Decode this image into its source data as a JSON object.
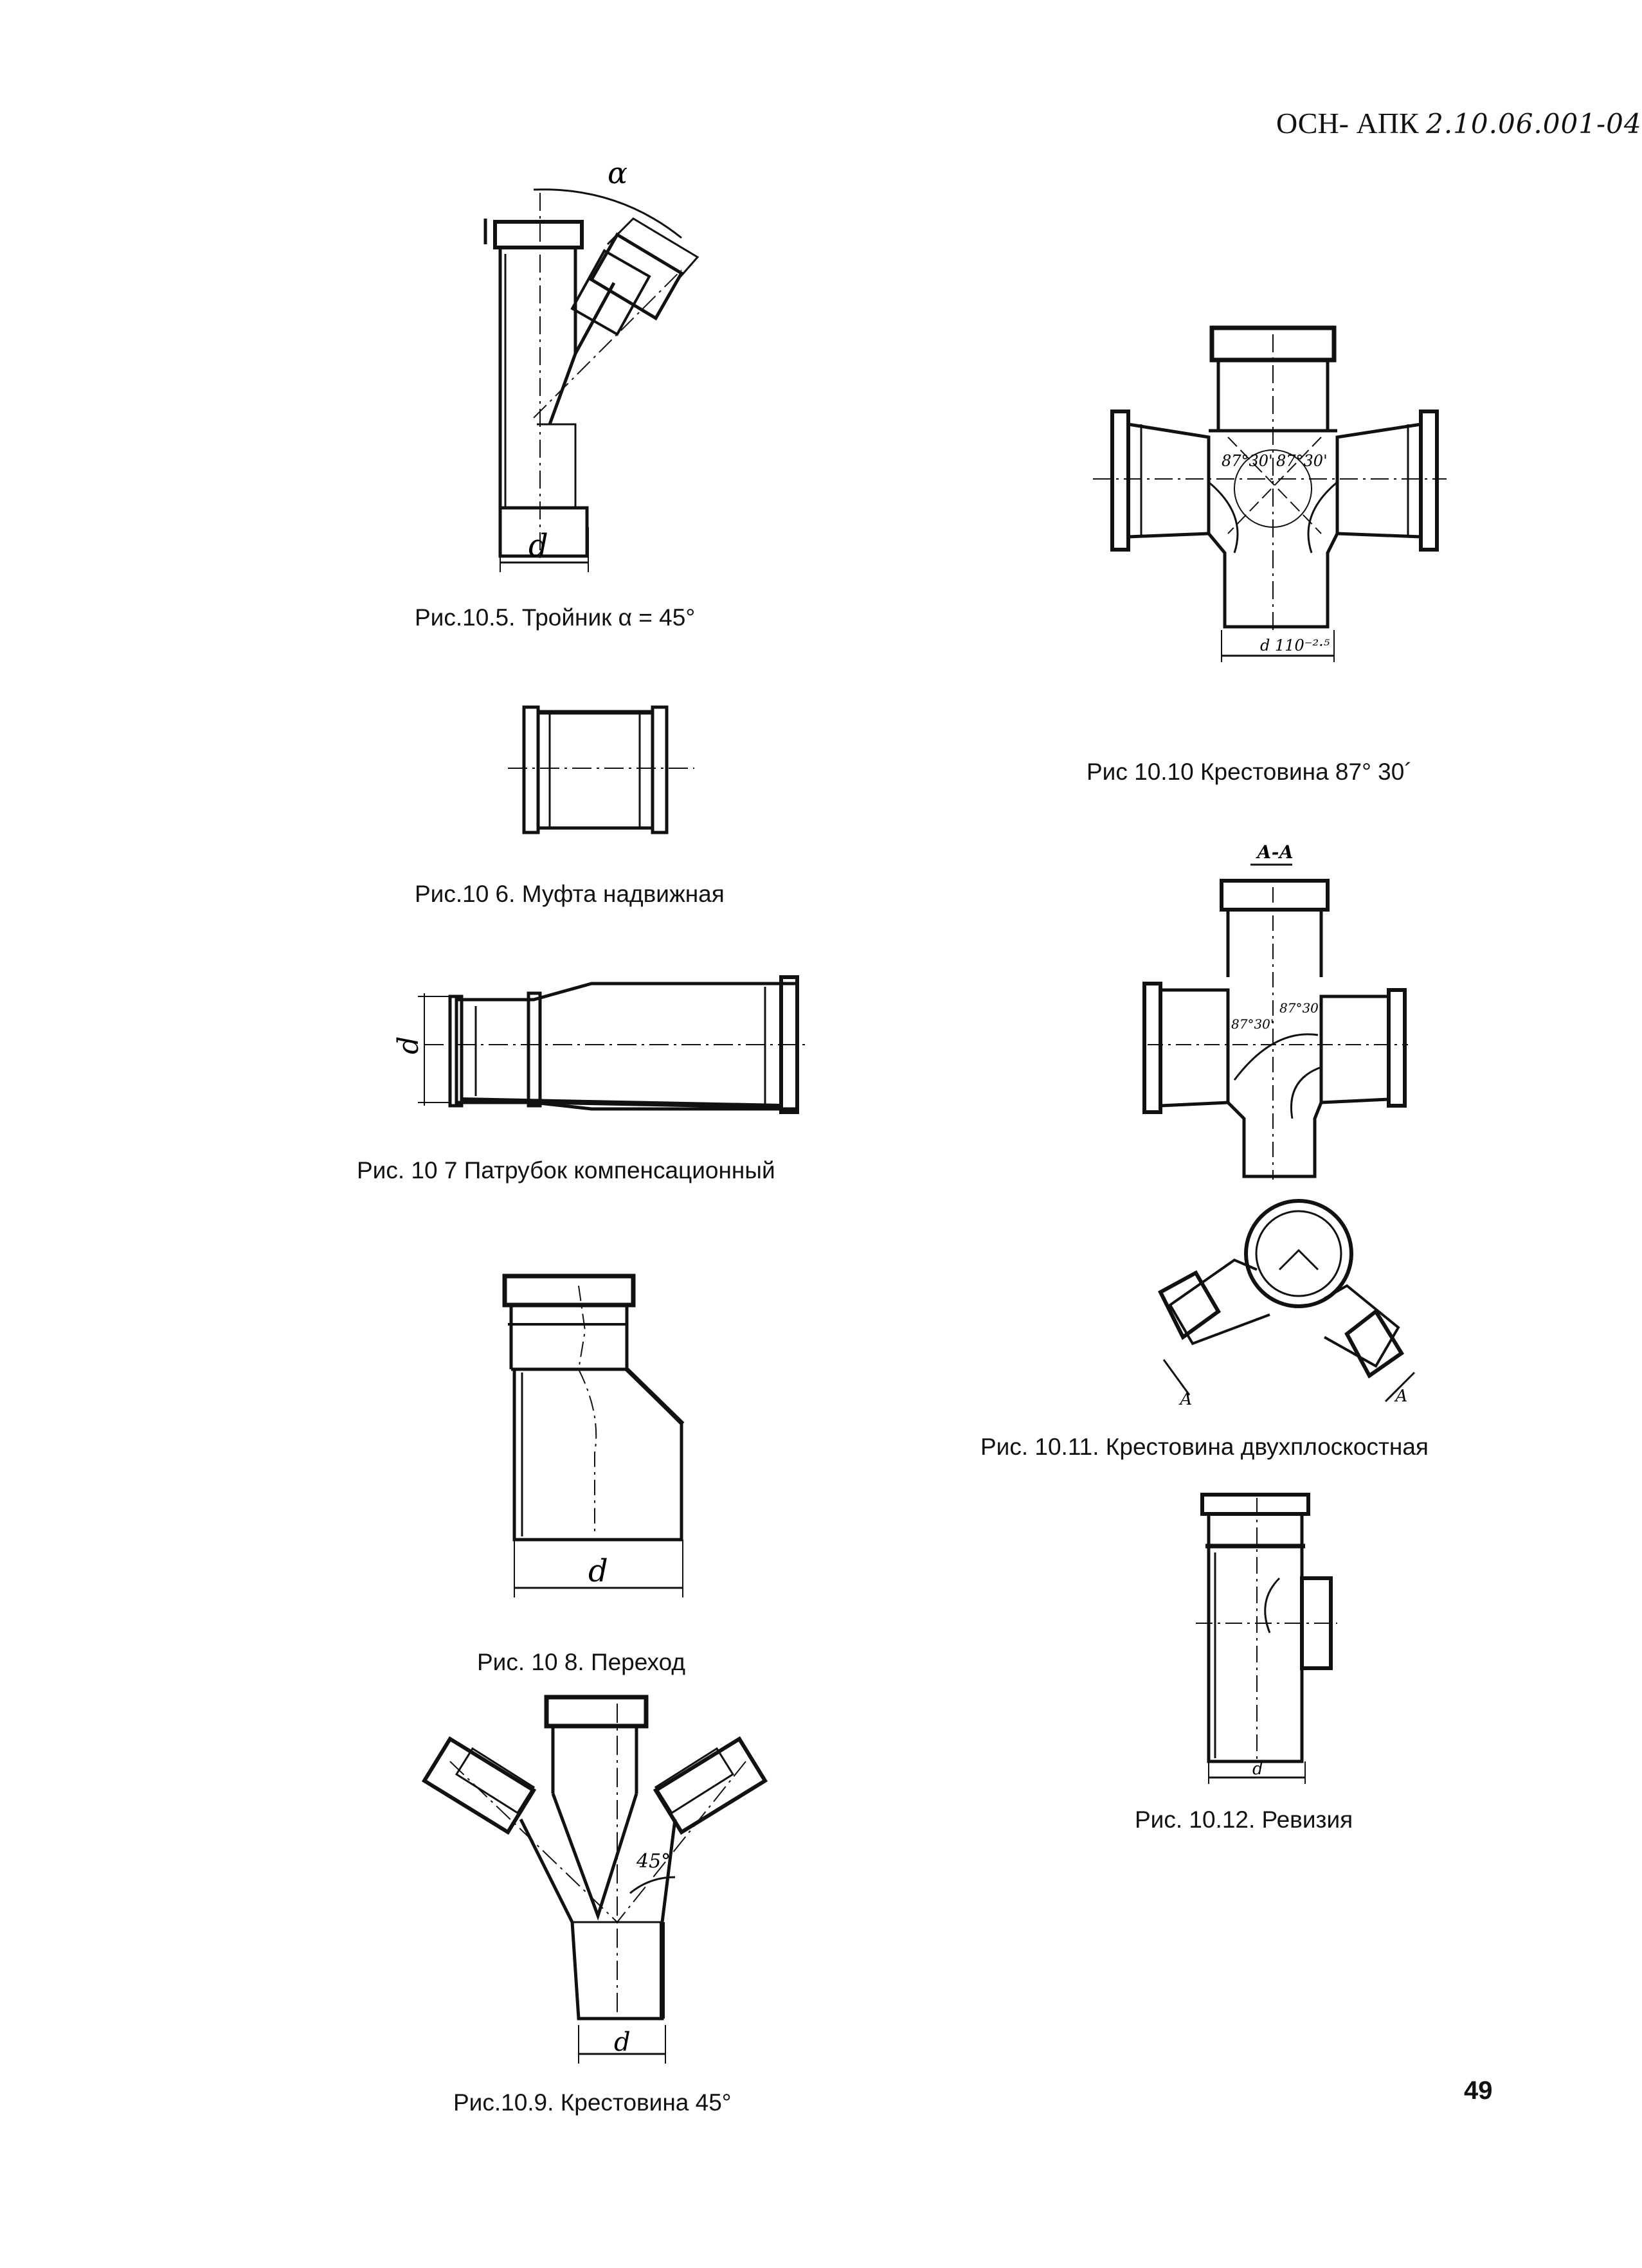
{
  "header": {
    "doc_code_printed": "ОСН- АПК",
    "doc_code_handwritten": "2.10.06.001-04"
  },
  "page_number": "49",
  "figures": [
    {
      "id": "fig-10-5",
      "caption": "Рис.10.5. Тройник α = 45°",
      "labels": {
        "alpha": "α",
        "d": "d"
      }
    },
    {
      "id": "fig-10-6",
      "caption": "Рис.10 6. Муфта надвижная"
    },
    {
      "id": "fig-10-7",
      "caption": "Рис. 10 7  Патрубок компенсационный",
      "labels": {
        "d": "d"
      }
    },
    {
      "id": "fig-10-8",
      "caption": "Рис. 10 8.  Переход",
      "labels": {
        "d": "d"
      }
    },
    {
      "id": "fig-10-9",
      "caption": "Рис.10.9. Крестовина 45°",
      "labels": {
        "angle": "45°",
        "d": "d"
      }
    },
    {
      "id": "fig-10-10",
      "caption": "Рис  10.10  Крестовина 87° 30´",
      "labels": {
        "angle_left": "87°30'",
        "angle_right": "87°30'",
        "d": "d 110⁻²·⁵"
      }
    },
    {
      "id": "fig-10-11",
      "caption": "Рис. 10.11. Крестовина двухплоскостная",
      "labels": {
        "section": "А-А",
        "mark_left": "А",
        "mark_right": "А",
        "angle_left": "87°30'",
        "angle_right": "87°30'"
      }
    },
    {
      "id": "fig-10-12",
      "caption": "Рис. 10.12.  Ревизия",
      "labels": {
        "d": "d"
      }
    }
  ]
}
